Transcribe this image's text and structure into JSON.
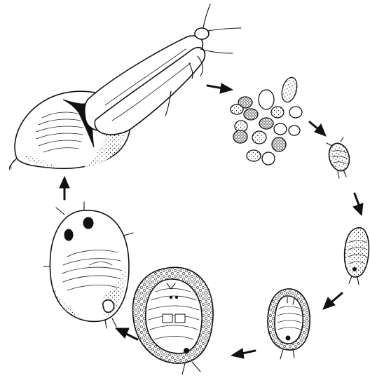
{
  "diagram": {
    "kind": "life-cycle",
    "ink_color": "#111111",
    "background": "#ffffff",
    "stages": [
      {
        "id": "adult-female"
      },
      {
        "id": "egg-cluster"
      },
      {
        "id": "crawler"
      },
      {
        "id": "second-instar"
      },
      {
        "id": "third-instar"
      },
      {
        "id": "fourth-instar-covered"
      },
      {
        "id": "mature-scale"
      }
    ],
    "arrows": [
      {
        "from": "adult-female",
        "to": "egg-cluster"
      },
      {
        "from": "egg-cluster",
        "to": "crawler"
      },
      {
        "from": "crawler",
        "to": "second-instar"
      },
      {
        "from": "second-instar",
        "to": "third-instar"
      },
      {
        "from": "third-instar",
        "to": "fourth-instar-covered"
      },
      {
        "from": "fourth-instar-covered",
        "to": "mature-scale"
      },
      {
        "from": "mature-scale",
        "to": "adult-female"
      }
    ]
  }
}
